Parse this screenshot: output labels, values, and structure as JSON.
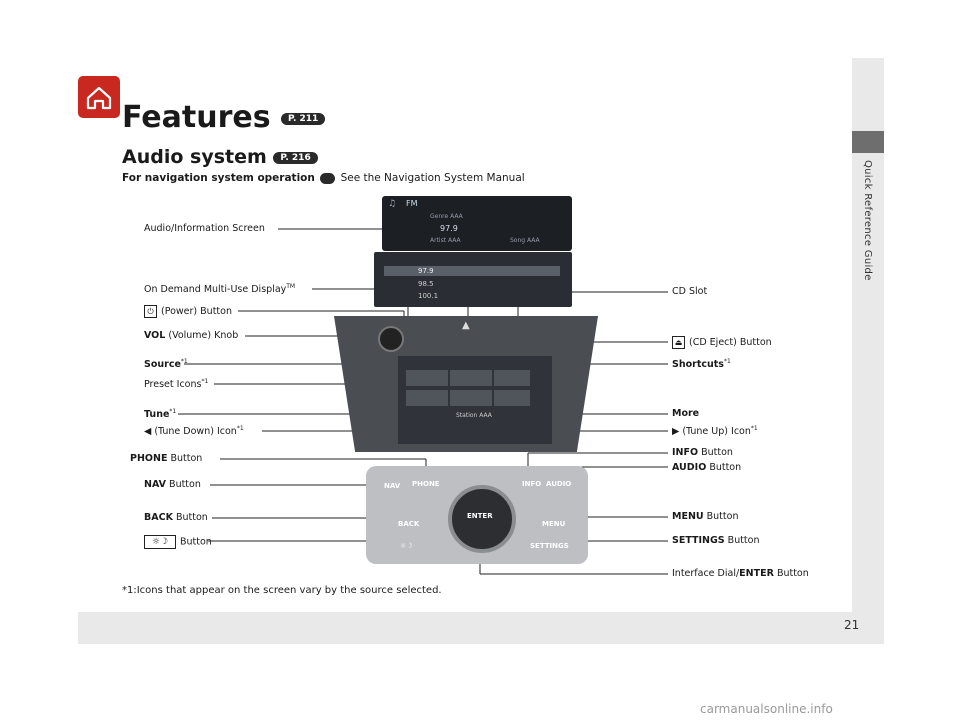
{
  "page": {
    "number": "21",
    "side_tab": "Quick Reference Guide",
    "watermark": "carmanualsonline.info"
  },
  "title": {
    "text": "Features",
    "ref": "P. 211"
  },
  "section": {
    "text": "Audio system",
    "ref": "P. 216"
  },
  "nav_note": {
    "bold": "For navigation system operation",
    "text": "See the Navigation System Manual"
  },
  "labels": {
    "audio_screen": "Audio/Information Screen",
    "on_demand": "On Demand Multi-Use Display",
    "on_demand_tm": "TM",
    "power": "(Power) Button",
    "vol_bold": "VOL",
    "vol": "(Volume) Knob",
    "source_bold": "Source",
    "preset": "Preset Icons",
    "tune_bold": "Tune",
    "tune_down": "(Tune Down) Icon",
    "phone_bold": "PHONE",
    "phone": "Button",
    "nav_bold": "NAV",
    "nav": "Button",
    "back_bold": "BACK",
    "back": "Button",
    "day_night": "Button",
    "cd_slot": "CD Slot",
    "cd_eject": "(CD Eject) Button",
    "shortcuts_bold": "Shortcuts",
    "more_bold": "More",
    "tune_up": "(Tune Up) Icon",
    "info_bold": "INFO",
    "info": "Button",
    "audio_bold": "AUDIO",
    "audio": "Button",
    "menu_bold": "MENU",
    "menu": "Button",
    "settings_bold": "SETTINGS",
    "settings": "Button",
    "dial_pre": "Interface Dial/",
    "dial_bold": "ENTER",
    "dial_post": "Button",
    "sup1": "*1"
  },
  "footnote": "*1:Icons that appear on the screen vary by the source selected.",
  "screen": {
    "band": "FM",
    "genre": "Genre AAA",
    "freq": "97.9",
    "artist": "Artist AAA",
    "song": "Song AAA",
    "presets": [
      "97.9",
      "98.5",
      "100.1"
    ],
    "station": "Station AAA"
  },
  "console": {
    "nav": "NAV",
    "phone": "PHONE",
    "info": "INFO",
    "audio": "AUDIO",
    "back": "BACK",
    "enter": "ENTER",
    "menu": "MENU",
    "settings": "SETTINGS"
  }
}
